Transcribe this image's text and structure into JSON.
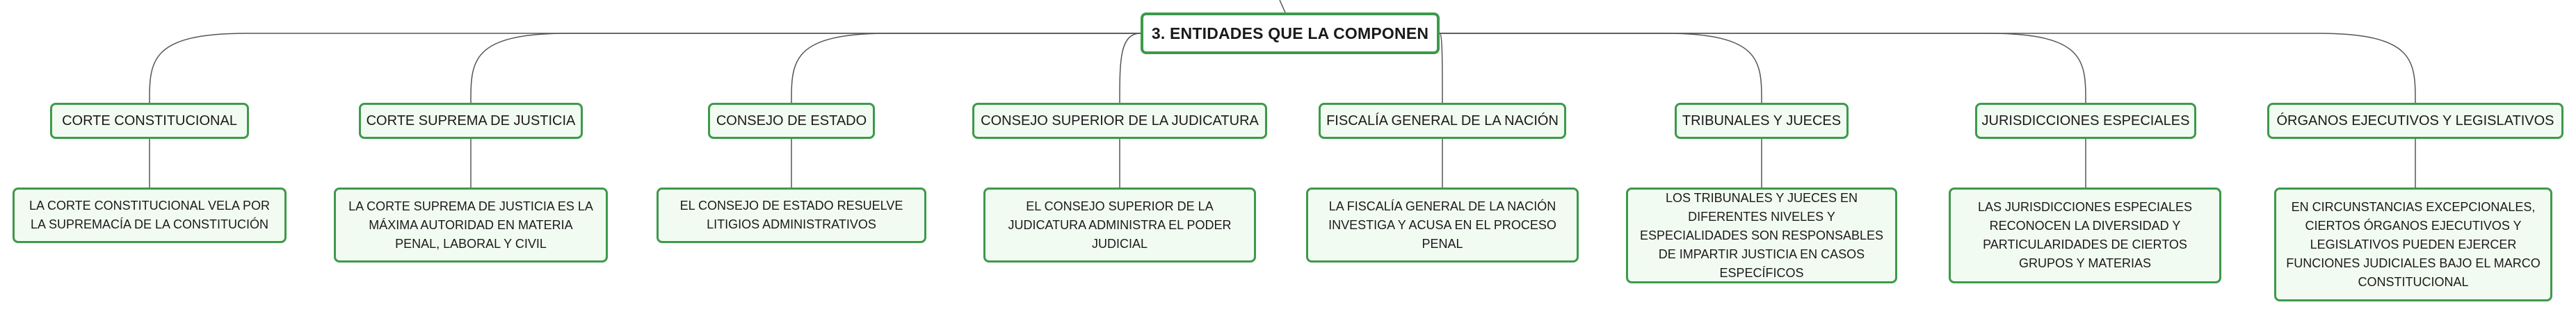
{
  "root": {
    "label": "3. ENTIDADES QUE LA COMPONEN"
  },
  "entities": [
    {
      "label": "CORTE CONSTITUCIONAL",
      "description": "LA CORTE CONSTITUCIONAL VELA POR LA SUPREMACÍA DE LA CONSTITUCIÓN"
    },
    {
      "label": "CORTE SUPREMA DE JUSTICIA",
      "description": "LA CORTE SUPREMA DE JUSTICIA ES LA MÁXIMA AUTORIDAD EN MATERIA PENAL, LABORAL Y CIVIL"
    },
    {
      "label": "CONSEJO DE ESTADO",
      "description": "EL CONSEJO DE ESTADO RESUELVE LITIGIOS ADMINISTRATIVOS"
    },
    {
      "label": "CONSEJO SUPERIOR DE LA JUDICATURA",
      "description": "EL CONSEJO SUPERIOR DE LA JUDICATURA ADMINISTRA EL PODER JUDICIAL"
    },
    {
      "label": "FISCALÍA GENERAL DE LA NACIÓN",
      "description": "LA FISCALÍA GENERAL DE LA NACIÓN INVESTIGA Y ACUSA EN EL PROCESO PENAL"
    },
    {
      "label": "TRIBUNALES Y JUECES",
      "description": "LOS TRIBUNALES Y JUECES EN DIFERENTES NIVELES Y ESPECIALIDADES SON RESPONSABLES DE IMPARTIR JUSTICIA EN CASOS ESPECÍFICOS"
    },
    {
      "label": "JURISDICCIONES ESPECIALES",
      "description": "LAS JURISDICCIONES ESPECIALES RECONOCEN LA DIVERSIDAD Y PARTICULARIDADES DE CIERTOS GRUPOS Y MATERIAS"
    },
    {
      "label": "ÓRGANOS EJECUTIVOS Y LEGISLATIVOS",
      "description": "EN CIRCUNSTANCIAS EXCEPCIONALES, CIERTOS ÓRGANOS EJECUTIVOS Y LEGISLATIVOS PUEDEN EJERCER FUNCIONES JUDICIALES BAJO EL MARCO CONSTITUCIONAL"
    }
  ]
}
